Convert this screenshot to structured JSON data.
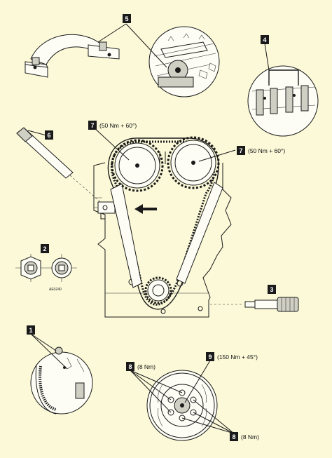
{
  "figure_ref": "AE0240",
  "callouts": [
    {
      "id": "c1",
      "num": "1",
      "text": ""
    },
    {
      "id": "c2",
      "num": "2",
      "text": ""
    },
    {
      "id": "c3",
      "num": "3",
      "text": ""
    },
    {
      "id": "c4",
      "num": "4",
      "text": ""
    },
    {
      "id": "c5",
      "num": "5",
      "text": ""
    },
    {
      "id": "c6",
      "num": "6",
      "text": ""
    },
    {
      "id": "c7a",
      "num": "7",
      "text": "(50 Nm + 60°)"
    },
    {
      "id": "c7b",
      "num": "7",
      "text": "(50 Nm + 60°)"
    },
    {
      "id": "c8a",
      "num": "8",
      "text": "(8 Nm)"
    },
    {
      "id": "c8b",
      "num": "8",
      "text": "(8 Nm)"
    },
    {
      "id": "c9",
      "num": "9",
      "text": "(150 Nm + 45°)"
    }
  ]
}
